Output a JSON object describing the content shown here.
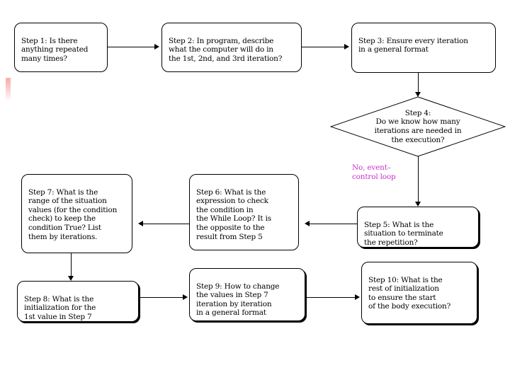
{
  "diagram": {
    "title": "Loop design steps flowchart",
    "colors": {
      "stroke": "#000000",
      "background": "#ffffff",
      "annotation": "#cc33cc",
      "artifact": "#f8a6a6"
    },
    "nodes": [
      {
        "id": "step1",
        "shape": "rounded-rect",
        "text": "Step 1: Is there\nanything repeated\nmany times?"
      },
      {
        "id": "step2",
        "shape": "rounded-rect",
        "text": "Step 2: In program, describe\nwhat the computer will do in\nthe 1st, 2nd, and 3rd iteration?"
      },
      {
        "id": "step3",
        "shape": "rounded-rect",
        "text": "Step 3: Ensure every iteration\nin a general format"
      },
      {
        "id": "step4",
        "shape": "diamond",
        "text": "Step 4:\nDo we know how many\niterations are needed in\nthe execution?"
      },
      {
        "id": "step5",
        "shape": "rounded-rect",
        "text": "Step 5: What is the\nsituation to terminate\nthe repetition?"
      },
      {
        "id": "step6",
        "shape": "rounded-rect",
        "text": "Step 6: What is the\nexpression to check\nthe condition in\nthe While Loop? It is\nthe opposite to the\nresult from Step 5"
      },
      {
        "id": "step7",
        "shape": "rounded-rect",
        "text": "Step 7: What is the\nrange of the situation\nvalues (for the condition\ncheck) to keep the\ncondition True? List\nthem by iterations."
      },
      {
        "id": "step8",
        "shape": "rounded-rect",
        "text": "Step 8: What is the\ninitialization for the\n1st value in Step 7"
      },
      {
        "id": "step9",
        "shape": "rounded-rect",
        "text": "Step 9: How to change\nthe values in Step 7\niteration by iteration\nin a general format"
      },
      {
        "id": "step10",
        "shape": "rounded-rect",
        "text": "Step 10: What is the\nrest of initialization\nto ensure the start\nof the body execution?"
      }
    ],
    "annotations": [
      {
        "id": "no-event-control-loop",
        "text": "No, event–\ncontrol loop",
        "color": "#cc33cc"
      }
    ],
    "edges": [
      {
        "from": "step1",
        "to": "step2",
        "direction": "right"
      },
      {
        "from": "step2",
        "to": "step3",
        "direction": "right"
      },
      {
        "from": "step3",
        "to": "step4",
        "direction": "down"
      },
      {
        "from": "step4",
        "to": "step5",
        "direction": "down"
      },
      {
        "from": "step5",
        "to": "step6",
        "direction": "left"
      },
      {
        "from": "step6",
        "to": "step7",
        "direction": "left"
      },
      {
        "from": "step7",
        "to": "step8",
        "direction": "down"
      },
      {
        "from": "step8",
        "to": "step9",
        "direction": "right"
      },
      {
        "from": "step9",
        "to": "step10",
        "direction": "right"
      }
    ]
  }
}
